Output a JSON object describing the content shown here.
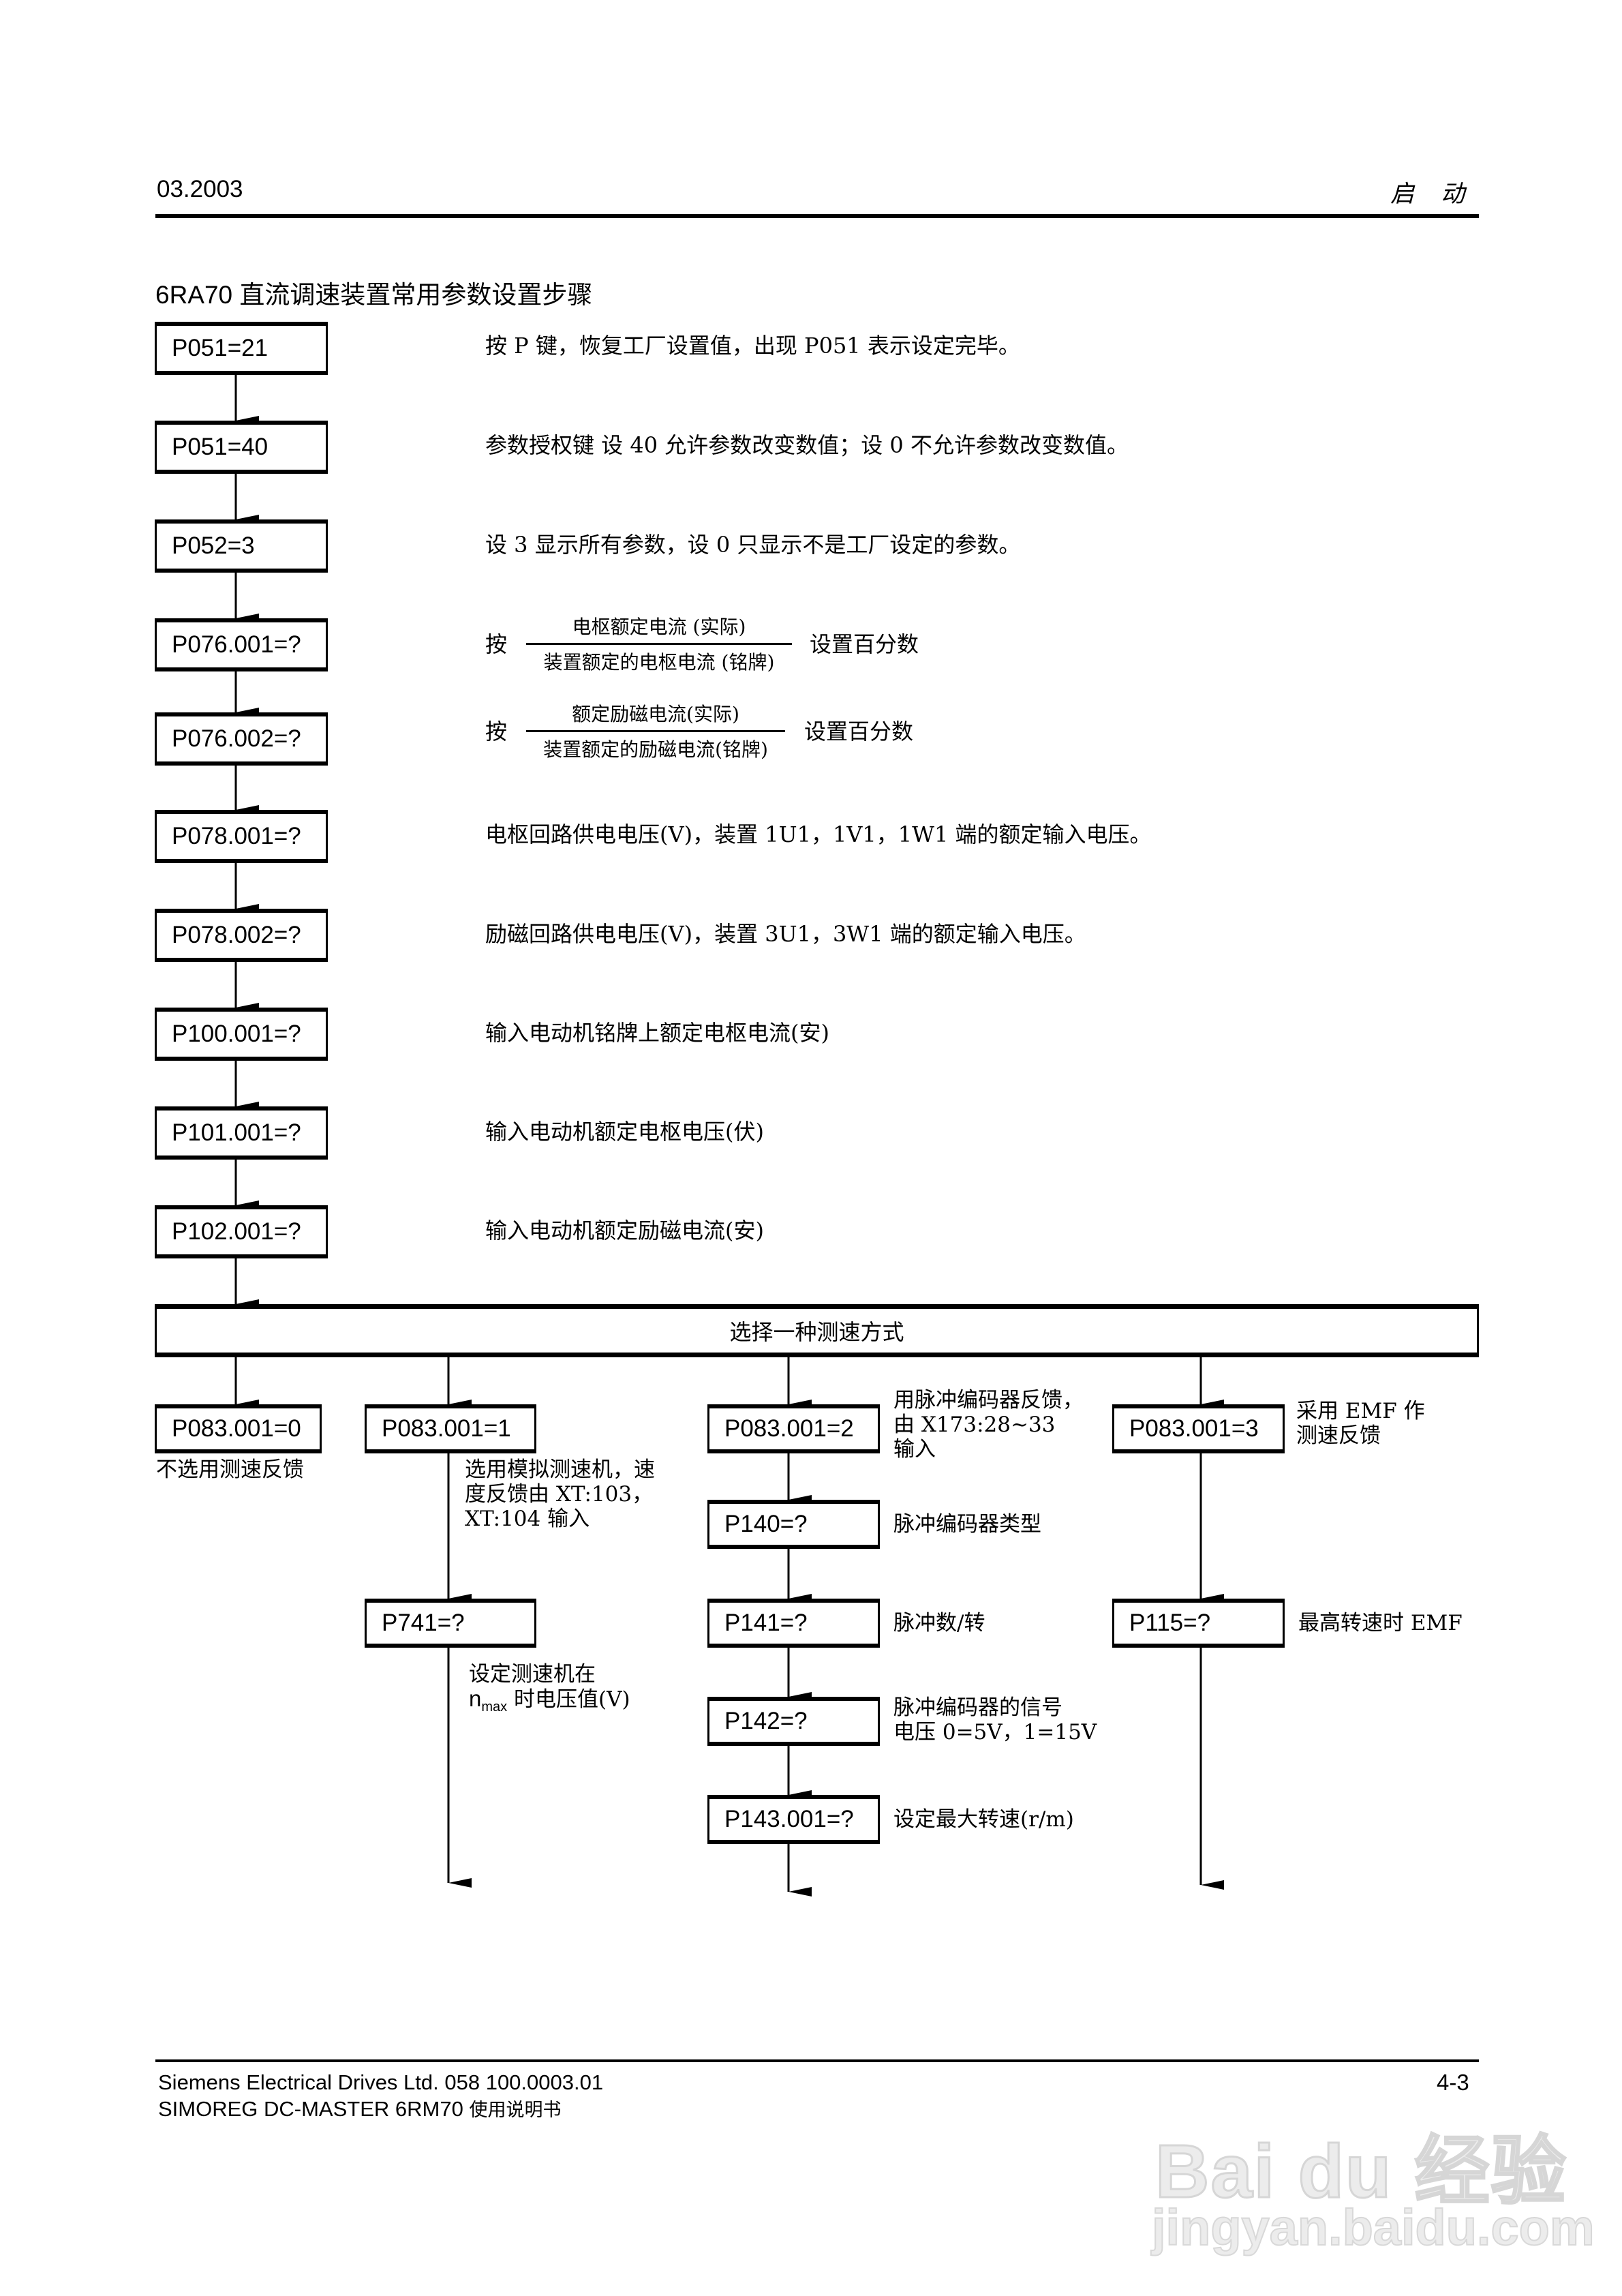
{
  "header": {
    "date": "03.2003",
    "section": "启 动"
  },
  "title": "6RA70 直流调速装置常用参数设置步骤",
  "main_steps": [
    {
      "param": "P051=21",
      "desc": "按 P 键，恢复工厂设置值，出现 P051 表示设定完毕。"
    },
    {
      "param": "P051=40",
      "desc": "参数授权键   设 40 允许参数改变数值；设 0 不允许参数改变数值。"
    },
    {
      "param": "P052=3",
      "desc": "设 3 显示所有参数，设 0 只显示不是工厂设定的参数。"
    },
    {
      "param": "P076.001=?",
      "desc_prefix": "按",
      "numerator": "电枢额定电流 (实际)",
      "denominator": "装置额定的电枢电流 (铭牌)",
      "desc_suffix": "设置百分数"
    },
    {
      "param": "P076.002=?",
      "desc_prefix": "按",
      "numerator": "额定励磁电流(实际)",
      "denominator": "装置额定的励磁电流(铭牌)",
      "desc_suffix": "设置百分数"
    },
    {
      "param": "P078.001=?",
      "desc": "电枢回路供电电压(V)，装置 1U1，1V1，1W1 端的额定输入电压。"
    },
    {
      "param": "P078.002=?",
      "desc": "励磁回路供电电压(V)，装置 3U1，3W1 端的额定输入电压。"
    },
    {
      "param": "P100.001=?",
      "desc": "输入电动机铭牌上额定电枢电流(安)"
    },
    {
      "param": "P101.001=?",
      "desc": "输入电动机额定电枢电压(伏)"
    },
    {
      "param": "P102.001=?",
      "desc": "输入电动机额定励磁电流(安)"
    }
  ],
  "select_box": "选择一种测速方式",
  "branches": [
    {
      "param": "P083.001=0",
      "note": [
        "不选用测速反馈"
      ],
      "sub_steps": []
    },
    {
      "param": "P083.001=1",
      "note": [
        "选用模拟测速机，速",
        "度反馈由 XT:103，",
        "XT:104 输入"
      ],
      "sub_steps": [
        {
          "param": "P741=?",
          "note_line1": "设定测速机在",
          "note_n": "n",
          "note_sub": "max",
          "note_line2_rest": " 时电压值(V)"
        }
      ]
    },
    {
      "param": "P083.001=2",
      "note": [
        "用脉冲编码器反馈，",
        "由 X173:28~33",
        "输入"
      ],
      "sub_steps": [
        {
          "param": "P140=?",
          "note": [
            "脉冲编码器类型"
          ]
        },
        {
          "param": "P141=?",
          "note": [
            "脉冲数/转"
          ]
        },
        {
          "param": "P142=?",
          "note": [
            "脉冲编码器的信号",
            "电压 0=5V，1=15V"
          ]
        },
        {
          "param": "P143.001=?",
          "note": [
            "设定最大转速(r/m)"
          ]
        }
      ]
    },
    {
      "param": "P083.001=3",
      "note": [
        "采用 EMF 作",
        "测速反馈"
      ],
      "sub_steps": [
        {
          "param": "P115=?",
          "note": [
            "最高转速时 EMF"
          ]
        }
      ]
    }
  ],
  "footer": {
    "line1": "Siemens Electrical Drives Ltd. 058 100.0003.01",
    "line2_latin": "SIMOREG DC-MASTER 6RM70",
    "line2_cn": "使用说明书",
    "page": "4-3"
  },
  "watermark": {
    "logo": "Bai du 经验",
    "url": "jingyan.baidu.com"
  }
}
